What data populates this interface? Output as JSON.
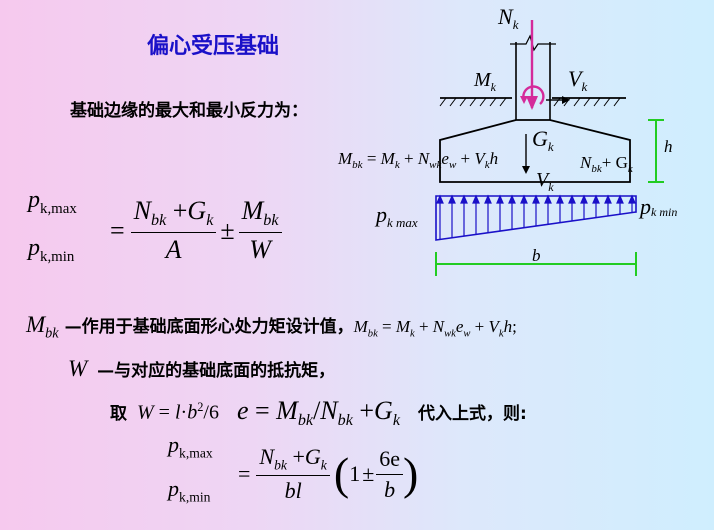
{
  "title": "偏心受压基础",
  "subtitle": "基础边缘的最大和最小反力为：",
  "pmax_formula": {
    "p": "p",
    "sub": "k,max"
  },
  "pmin_formula": {
    "p": "p",
    "sub": "k,min"
  },
  "formula1": {
    "eq": "=",
    "N": "N",
    "N_sub": "bk",
    "plus": "+",
    "G": "G",
    "G_sub": "k",
    "A": "A",
    "pm": "±",
    "M": "M",
    "M_sub": "bk",
    "W": "W"
  },
  "mbk_def": {
    "sym": "M",
    "sym_sub": "bk",
    "text": "—作用于基础底面形心处力矩设计值，"
  },
  "w_def": {
    "sym": "W",
    "text": "—与对应的基础底面的抵抗矩，"
  },
  "take": {
    "label": "取",
    "after": "代入上式，则:"
  },
  "formula2": {
    "eq": "=",
    "N": "N",
    "N_sub": "bk",
    "plus": "+",
    "G": "G",
    "G_sub": "k",
    "den": "bl",
    "one": "1",
    "pm": "±",
    "six_e": "6e",
    "b": "b"
  },
  "diagram": {
    "Nk": "N",
    "Nk_sub": "k",
    "Mk": "M",
    "Mk_sub": "k",
    "Vk": "V",
    "Vk_sub": "k",
    "Gk": "G",
    "Gk_sub": "k",
    "h": "h",
    "b": "b",
    "pmax": "p",
    "pmax_sub": "k max",
    "pmin": "p",
    "pmin_sub": "k min",
    "eq_Mbk": "M",
    "eq_Mbk_sub": "bk",
    "eq_rest": "= M",
    "NG_label": "N",
    "NG_sub": "bk",
    "NG_plus": "+ G",
    "NG_plus_sub": "k"
  },
  "colors": {
    "title": "#1a10c8",
    "arrow": "#1a10c8",
    "dimension": "#22cc22",
    "column": "#d42a9a"
  }
}
